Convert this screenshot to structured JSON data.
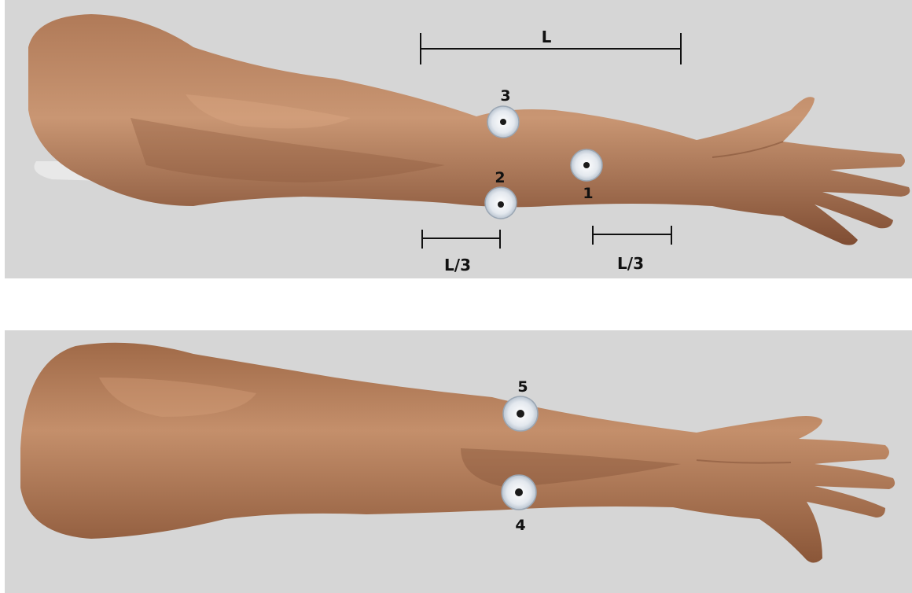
{
  "colors": {
    "background": "#d6d6d6",
    "skin_light": "#c08a68",
    "skin_mid": "#a8704f",
    "skin_dark": "#7a4a30",
    "electrode": "#f2f4f6",
    "electrode_dot": "#1a1a1a",
    "measure_line": "#111111"
  },
  "top_panel": {
    "measure_full": "L",
    "measure_third_left": "L/3",
    "measure_third_right": "L/3",
    "electrodes": [
      "3",
      "2",
      "1"
    ]
  },
  "bottom_panel": {
    "electrodes": [
      "5",
      "4"
    ]
  }
}
